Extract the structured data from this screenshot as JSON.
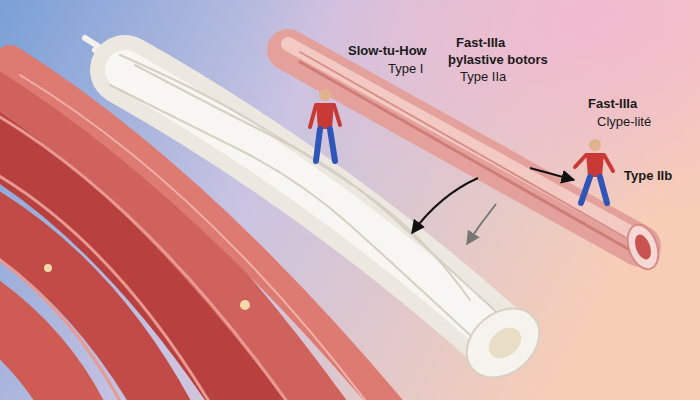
{
  "diagram": {
    "labels": [
      "Slow-tu-How",
      "Type I",
      "Fast-IIIa",
      "þylastive botors",
      "Type IIa",
      "Fast-IIIa",
      "Clype-lité",
      "Type IIb"
    ]
  }
}
